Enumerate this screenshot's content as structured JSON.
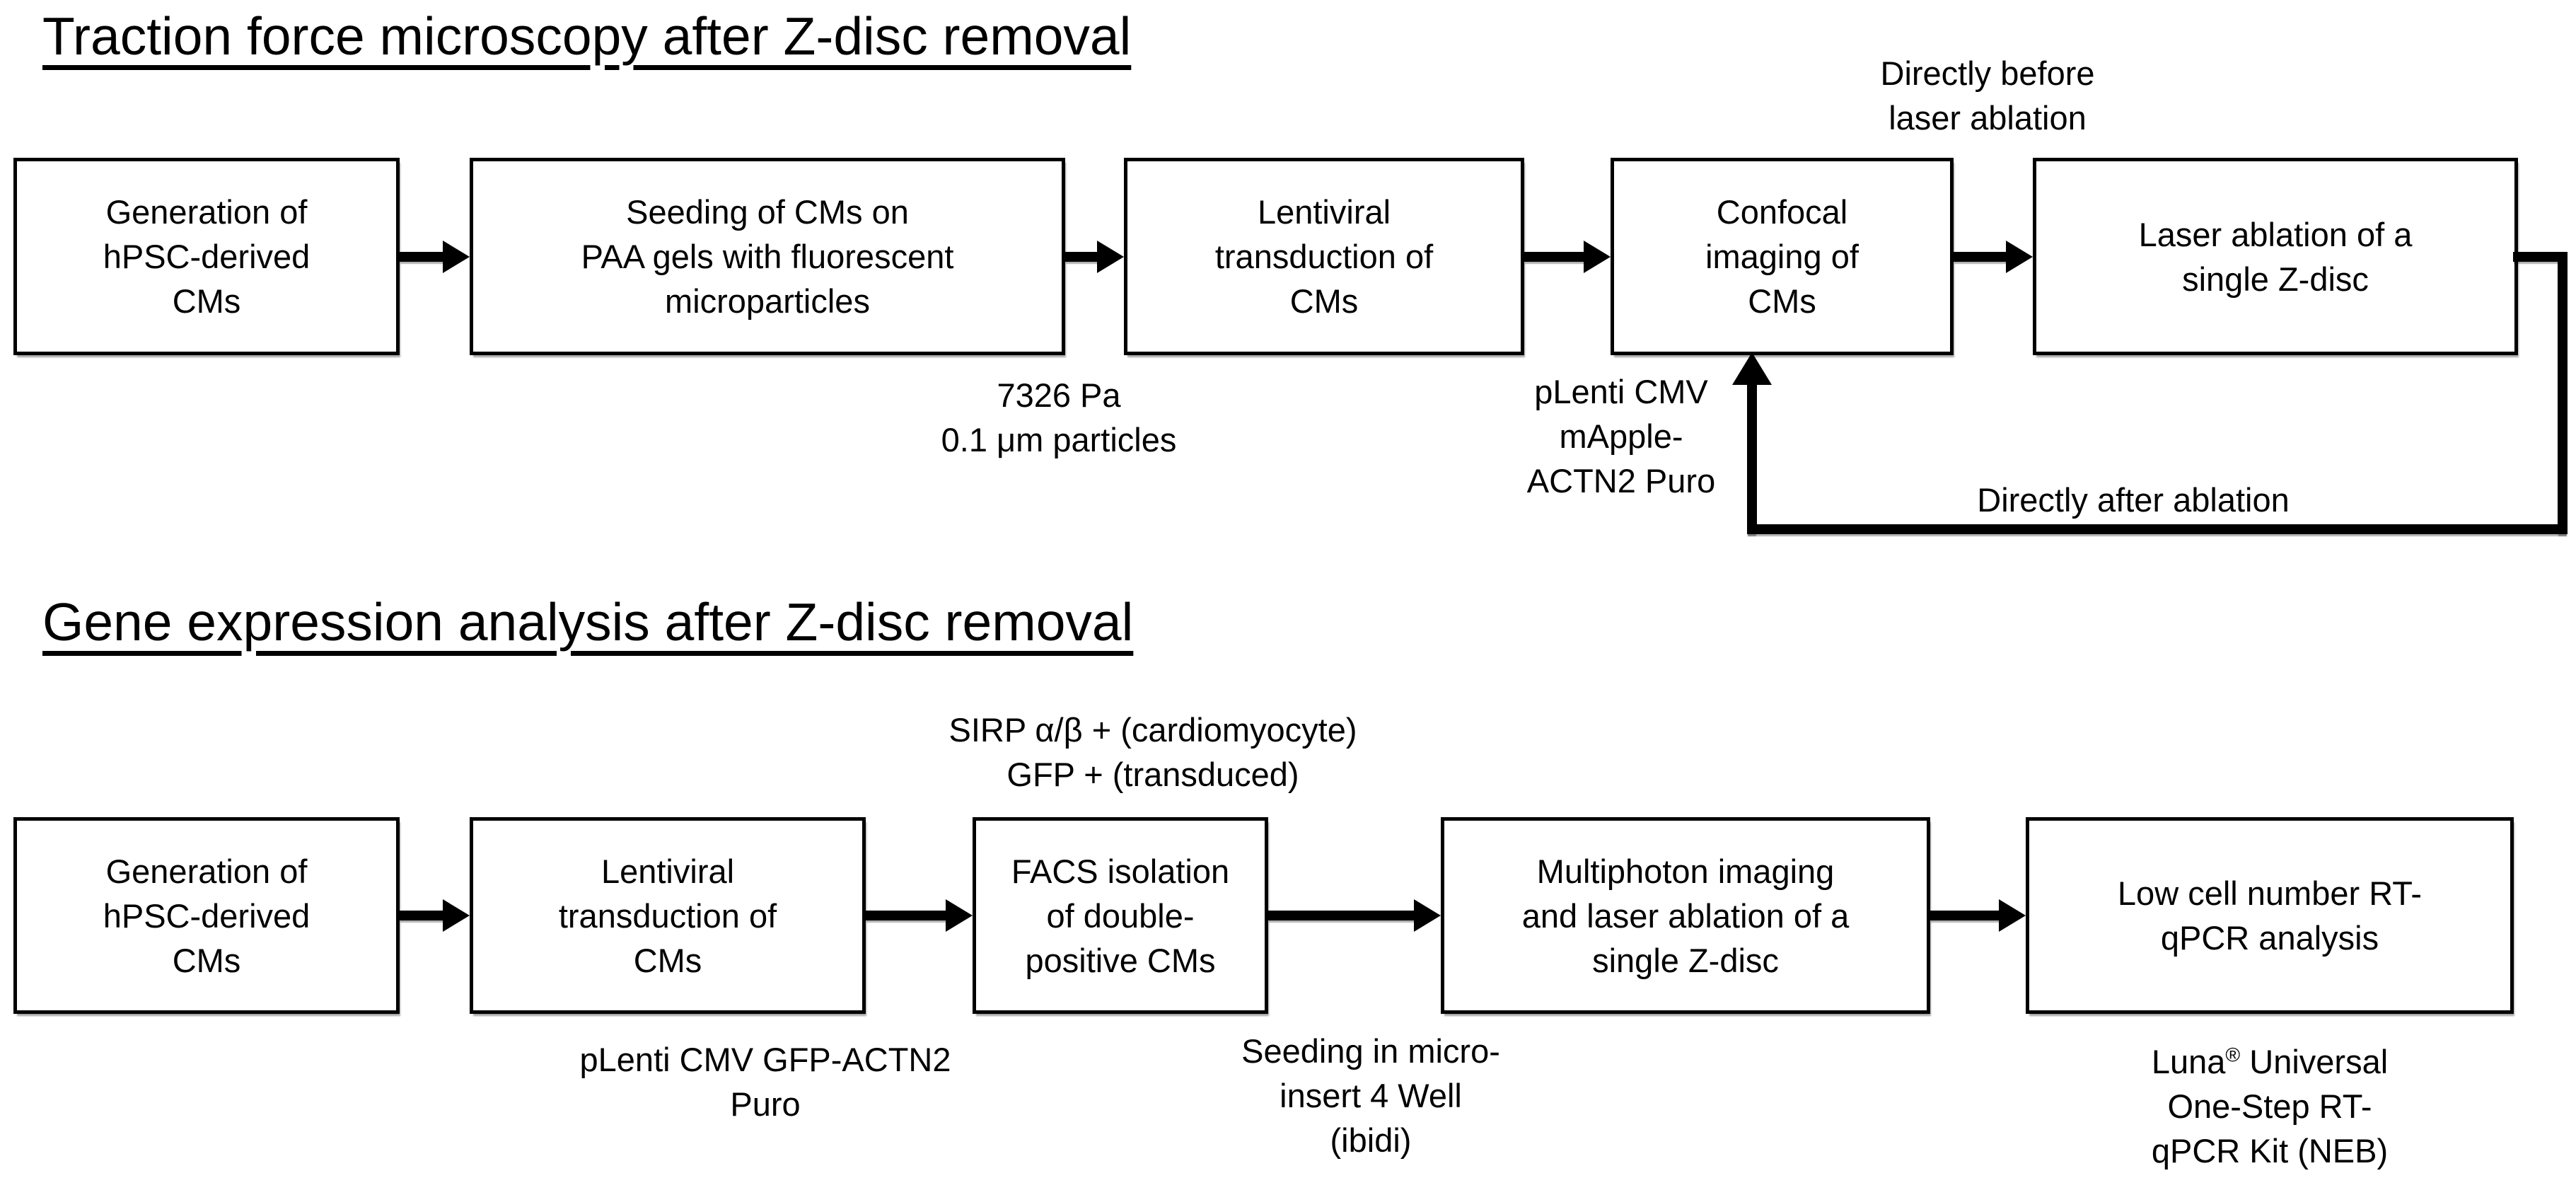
{
  "figure": {
    "background": "#ffffff",
    "ink": "#000000"
  },
  "tfm": {
    "title": "Traction force microscopy after Z-disc removal",
    "boxes": {
      "b1": [
        "Generation of",
        "hPSC-derived",
        "CMs"
      ],
      "b2": [
        "Seeding of CMs on",
        "PAA gels with fluorescent",
        "microparticles"
      ],
      "b3": [
        "Lentiviral",
        "transduction of",
        "CMs"
      ],
      "b4": [
        "Confocal",
        "imaging of",
        "CMs"
      ],
      "b5": [
        "Laser ablation of a",
        "single Z-disc"
      ]
    },
    "notes": {
      "before": [
        "Directly before",
        "laser ablation"
      ],
      "gel": [
        "7326 Pa",
        "0.1 μm particles"
      ],
      "vector": [
        "pLenti CMV",
        "mApple-",
        "ACTN2 Puro"
      ],
      "after": "Directly after ablation"
    }
  },
  "gene": {
    "title": "Gene expression analysis after Z-disc removal",
    "boxes": {
      "b1": [
        "Generation of",
        "hPSC-derived",
        "CMs"
      ],
      "b2": [
        "Lentiviral",
        "transduction of",
        "CMs"
      ],
      "b3": [
        "FACS isolation",
        "of double-",
        "positive CMs"
      ],
      "b4": [
        "Multiphoton imaging",
        "and laser ablation of a",
        "single Z-disc"
      ],
      "b5": [
        "Low cell number RT-",
        "qPCR analysis"
      ]
    },
    "notes": {
      "facs": [
        "SIRP α/β + (cardiomyocyte)",
        "GFP + (transduced)"
      ],
      "vector": [
        "pLenti CMV GFP-ACTN2",
        "Puro"
      ],
      "seeding": [
        "Seeding in micro-",
        "insert 4 Well",
        "(ibidi)"
      ],
      "kit": {
        "line1_pre": "Luna",
        "line1_sup": "®",
        "line1_post": " Universal",
        "line2": "One-Step RT-",
        "line3": "qPCR Kit (NEB)"
      }
    }
  }
}
